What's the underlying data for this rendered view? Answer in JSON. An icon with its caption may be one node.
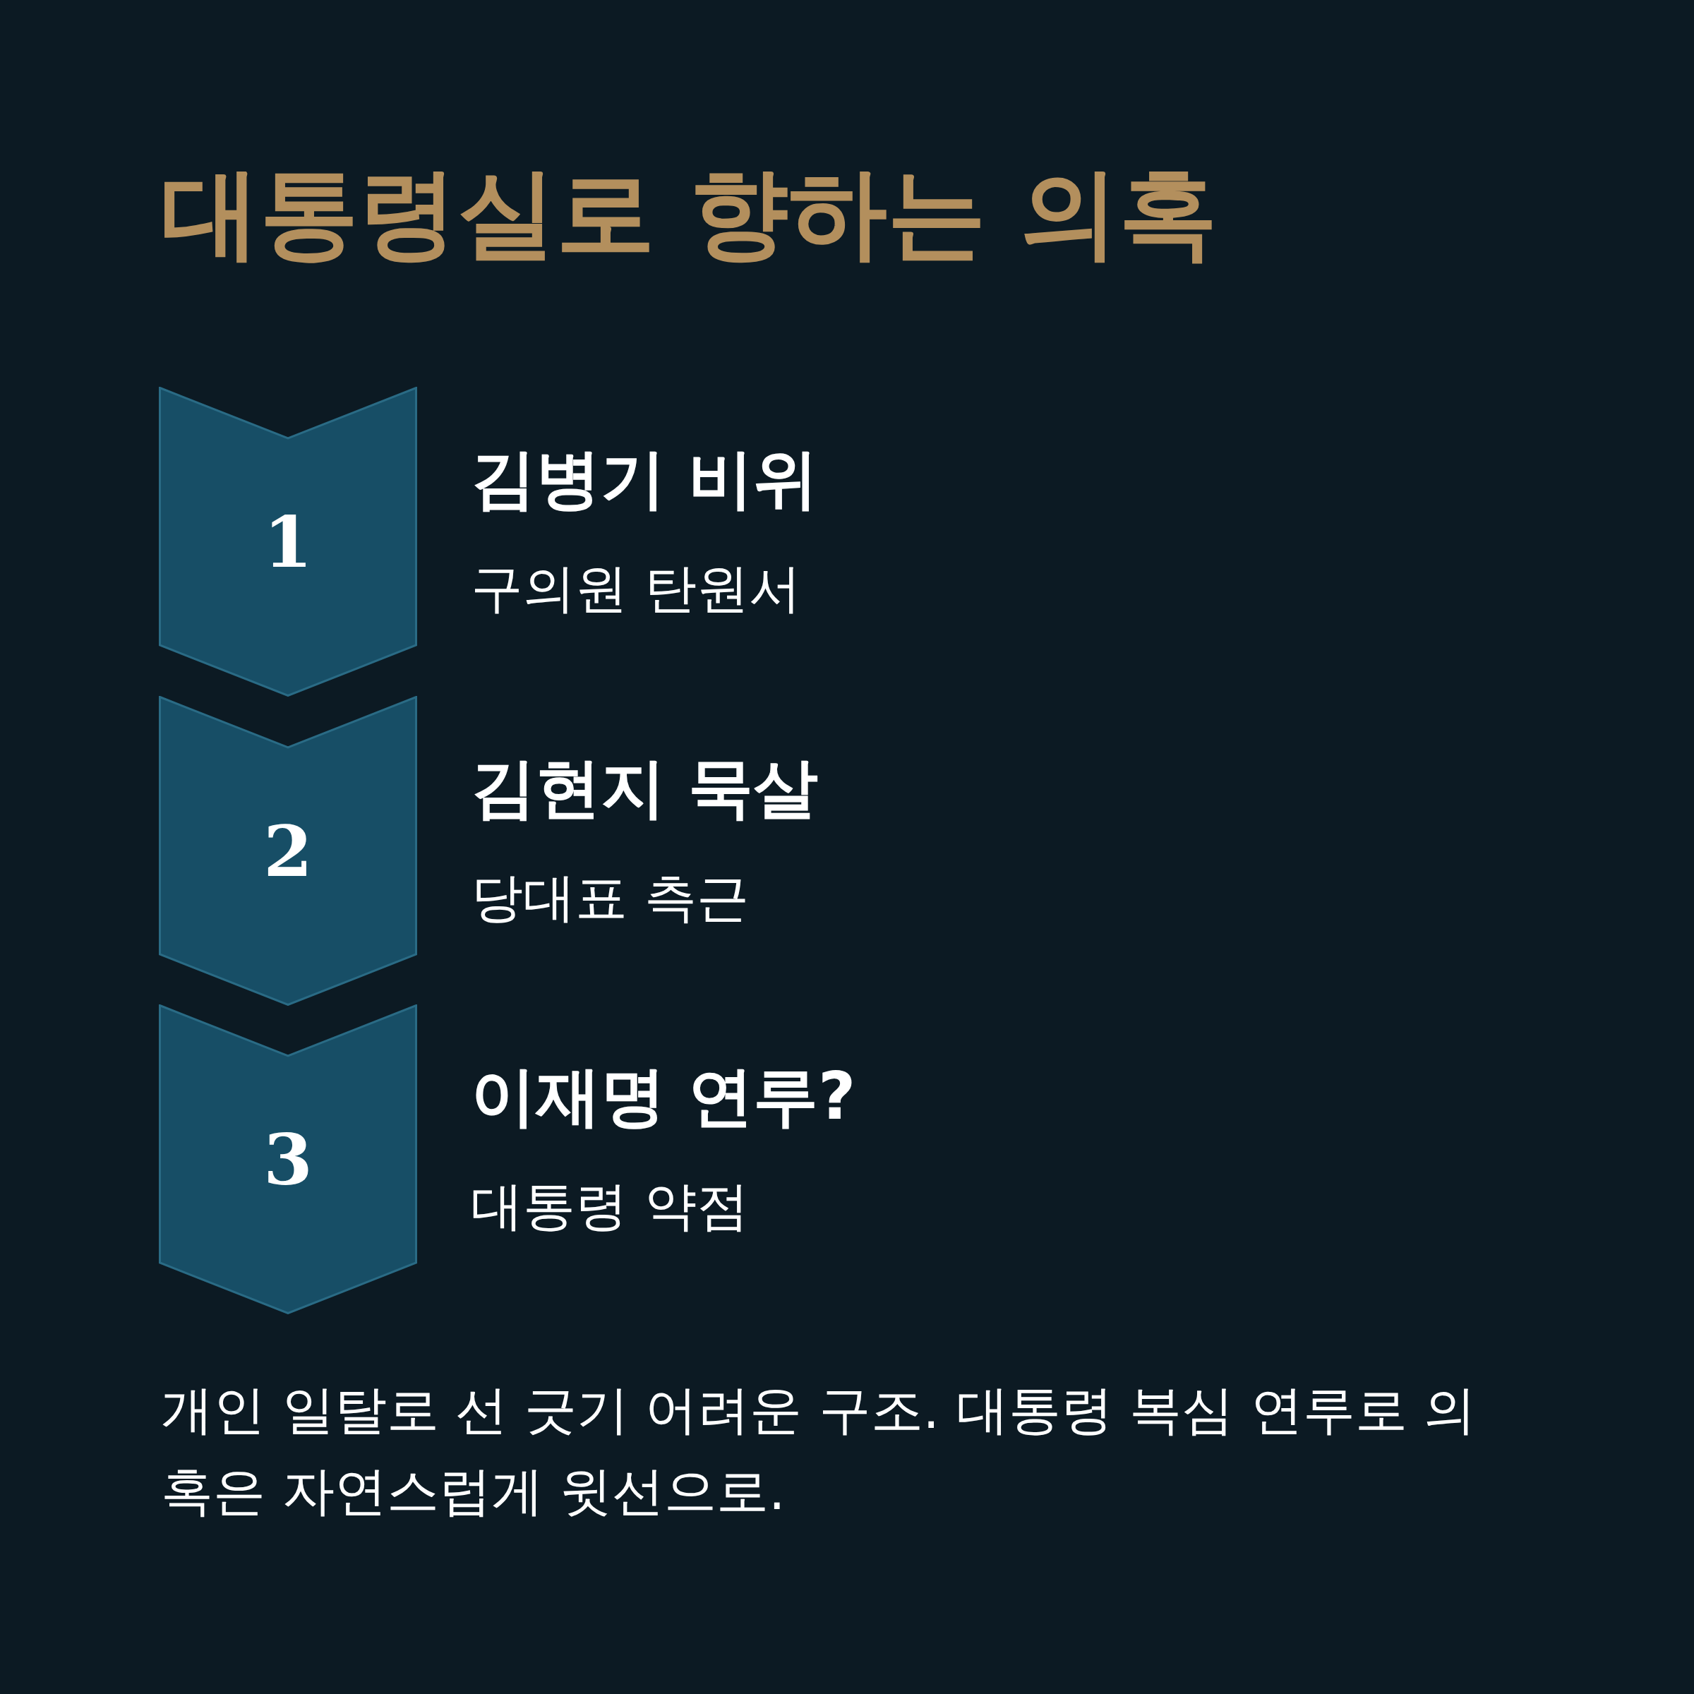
{
  "diagram": {
    "title": "대통령실로 향하는 의혹",
    "nodes": [
      {
        "text": [
          "1"
        ],
        "beside": [
          "김병기 비위",
          "구의원 탄원서"
        ]
      },
      {
        "text": [
          "2"
        ],
        "beside": [
          "김현지 묵살",
          "당대표 측근"
        ]
      },
      {
        "text": [
          "3"
        ],
        "beside": [
          "이재명 연루?",
          "대통령 약점"
        ]
      }
    ],
    "edges": [],
    "labels": [
      "개인 일탈로 선 긋기 어려운 구조. 대통령 복심 연루로 의혹은 자연스럽게 윗선으로."
    ]
  }
}
